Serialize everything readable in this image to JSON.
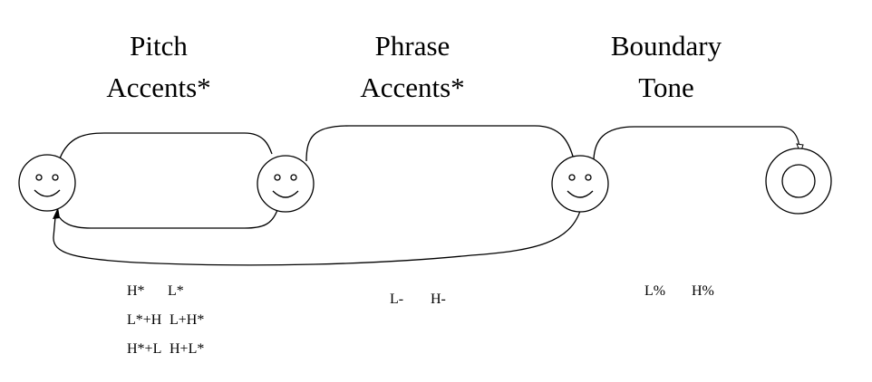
{
  "sections": {
    "pitch": {
      "line1": "Pitch",
      "line2": "Accents*"
    },
    "phrase": {
      "line1": "Phrase",
      "line2": "Accents*"
    },
    "boundary": {
      "line1": "Boundary",
      "line2": "Tone"
    }
  },
  "pitch_accents": [
    "H*",
    "L*",
    "L*+H",
    "L+H*",
    "H*+L",
    "H+L*"
  ],
  "phrase_accents": [
    "L-",
    "H-"
  ],
  "boundary_tones": [
    "L%",
    "H%"
  ],
  "states": [
    {
      "id": "state-1",
      "kind": "smiley"
    },
    {
      "id": "state-2",
      "kind": "smiley"
    },
    {
      "id": "state-3",
      "kind": "smiley"
    },
    {
      "id": "final-state",
      "kind": "double-circle"
    }
  ],
  "icons": {
    "state": "smiley-face-icon",
    "final": "double-circle-icon",
    "arrow": "arrowhead-icon"
  },
  "colors": {
    "stroke": "#000000",
    "background": "#ffffff"
  }
}
